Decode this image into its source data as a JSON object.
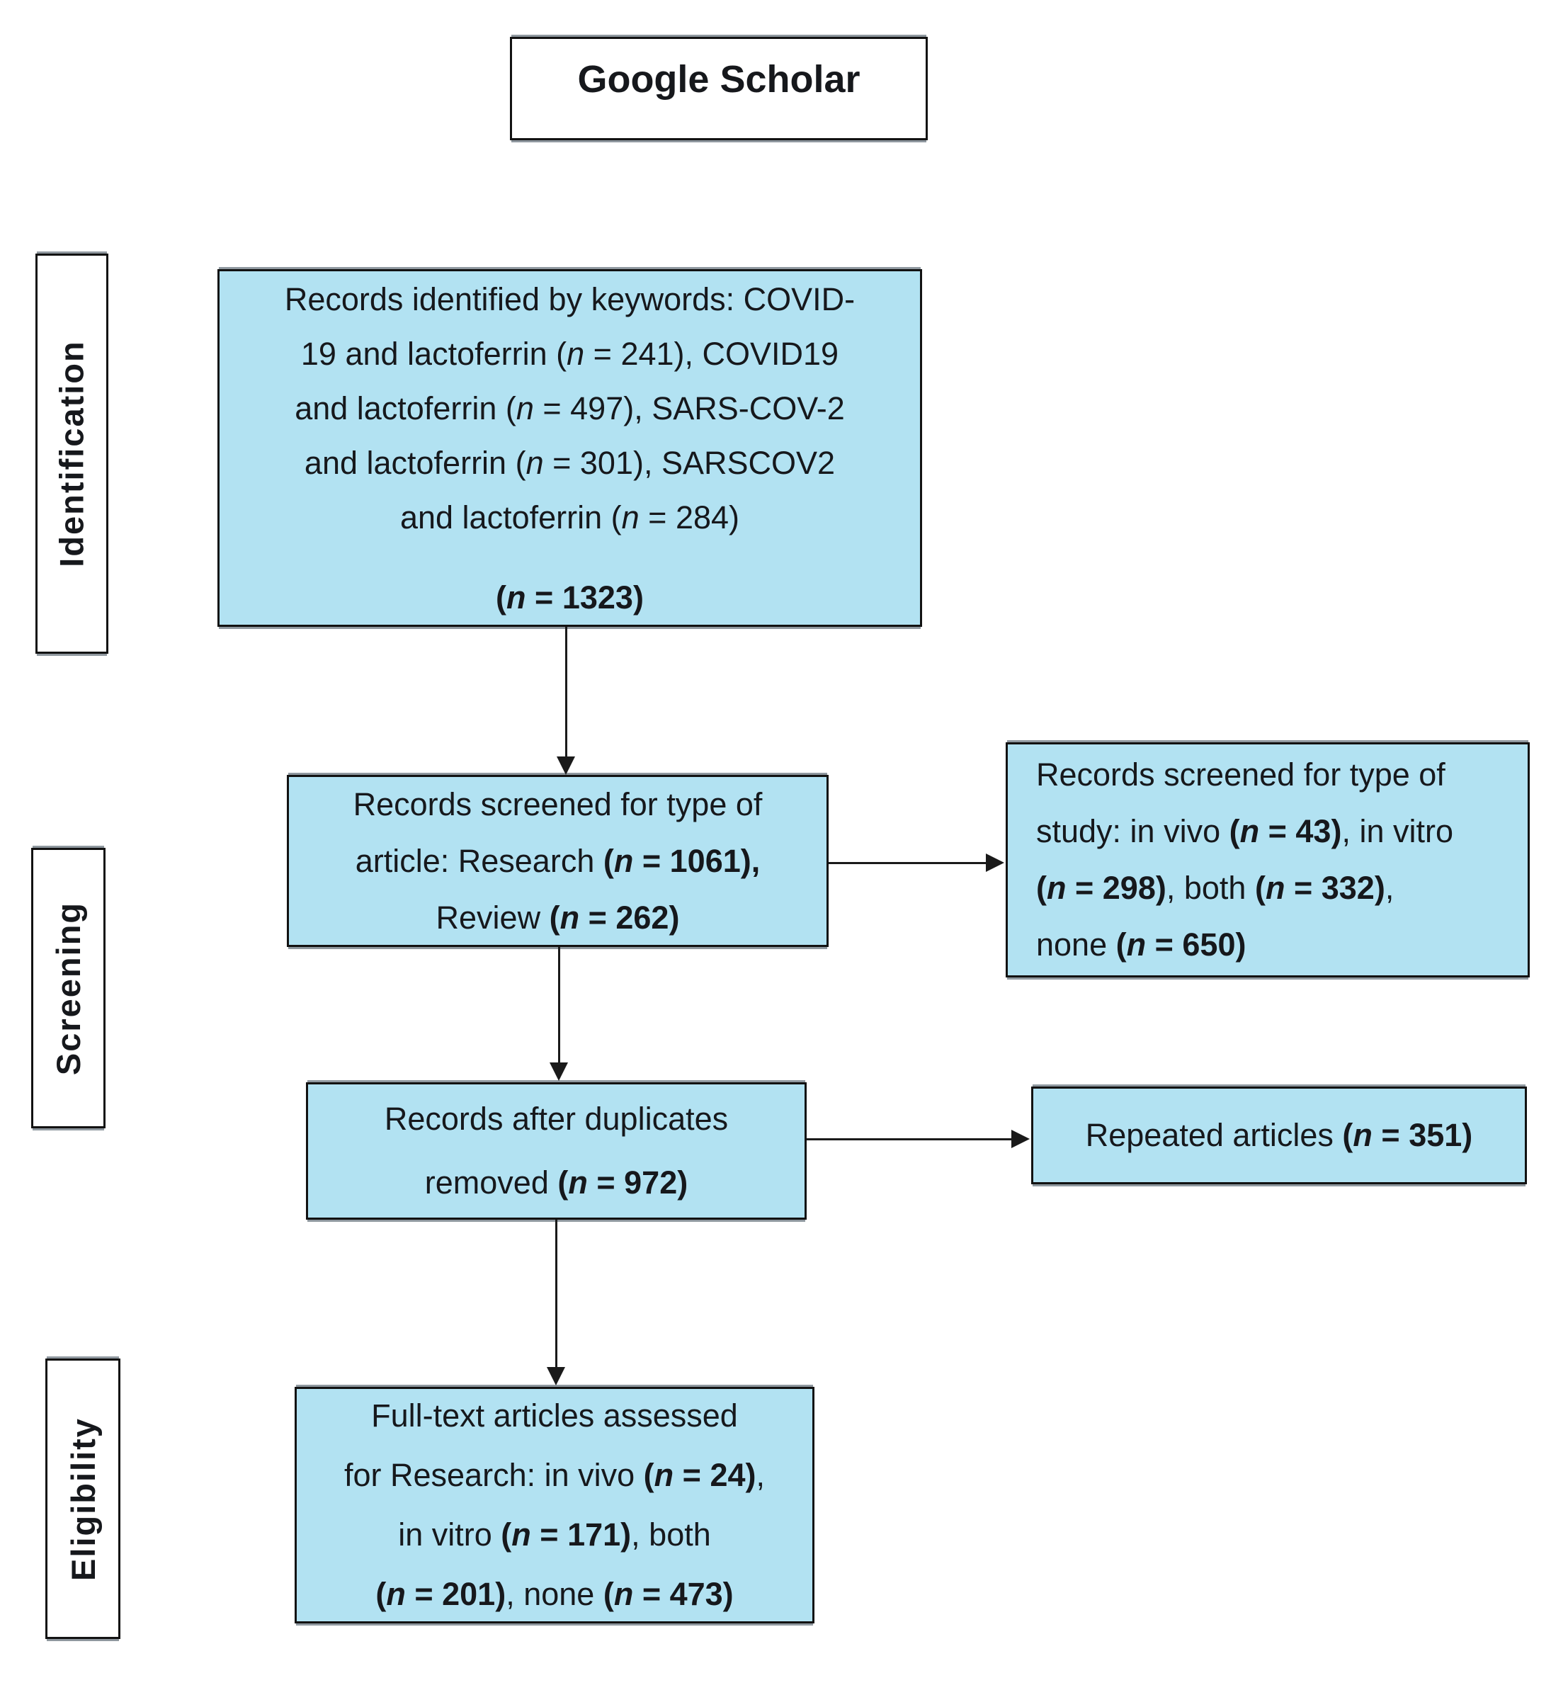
{
  "title": "Google Scholar",
  "stages": [
    "Identification",
    "Screening",
    "Eligibility"
  ],
  "boxes": {
    "records_identified": {
      "lines": [
        [
          {
            "t": "Records identified by keywords: COVID-"
          }
        ],
        [
          {
            "t": "19 and lactoferrin ("
          },
          {
            "t": "n",
            "i": true
          },
          {
            "t": " = 241), COVID19"
          }
        ],
        [
          {
            "t": "and lactoferrin ("
          },
          {
            "t": "n",
            "i": true
          },
          {
            "t": " = 497), SARS-COV-2"
          }
        ],
        [
          {
            "t": "and lactoferrin ("
          },
          {
            "t": "n",
            "i": true
          },
          {
            "t": " = 301), SARSCOV2"
          }
        ],
        [
          {
            "t": "and lactoferrin ("
          },
          {
            "t": "n",
            "i": true
          },
          {
            "t": " = 284)"
          }
        ]
      ],
      "total": [
        [
          {
            "t": "(",
            "b": true
          },
          {
            "t": "n",
            "b": true,
            "i": true
          },
          {
            "t": " = 1323)",
            "b": true
          }
        ]
      ]
    },
    "screened_article": {
      "lines": [
        [
          {
            "t": "Records screened for type of"
          }
        ],
        [
          {
            "t": "article: Research "
          },
          {
            "t": "(",
            "b": true
          },
          {
            "t": "n",
            "b": true,
            "i": true
          },
          {
            "t": " = 1061)",
            "b": true
          },
          {
            "t": ",",
            "b": true
          }
        ],
        [
          {
            "t": "Review "
          },
          {
            "t": "(",
            "b": true
          },
          {
            "t": "n",
            "b": true,
            "i": true
          },
          {
            "t": " = 262)",
            "b": true
          }
        ]
      ]
    },
    "screened_study": {
      "lines": [
        [
          {
            "t": "Records screened for type of"
          }
        ],
        [
          {
            "t": "study: in vivo "
          },
          {
            "t": "(",
            "b": true
          },
          {
            "t": "n",
            "b": true,
            "i": true
          },
          {
            "t": " = 43)",
            "b": true
          },
          {
            "t": ", in vitro"
          }
        ],
        [
          {
            "t": "(",
            "b": true
          },
          {
            "t": "n",
            "b": true,
            "i": true
          },
          {
            "t": " = 298)",
            "b": true
          },
          {
            "t": ", both "
          },
          {
            "t": "(",
            "b": true
          },
          {
            "t": "n",
            "b": true,
            "i": true
          },
          {
            "t": " = 332)",
            "b": true
          },
          {
            "t": ","
          }
        ],
        [
          {
            "t": "none "
          },
          {
            "t": "(",
            "b": true
          },
          {
            "t": "n",
            "b": true,
            "i": true
          },
          {
            "t": " = 650)",
            "b": true
          }
        ]
      ]
    },
    "duplicates_removed": {
      "lines": [
        [
          {
            "t": "Records after duplicates"
          }
        ],
        [
          {
            "t": "removed "
          },
          {
            "t": "(",
            "b": true
          },
          {
            "t": "n",
            "b": true,
            "i": true
          },
          {
            "t": " = 972)",
            "b": true
          }
        ]
      ]
    },
    "repeated_articles": {
      "lines": [
        [
          {
            "t": "Repeated articles "
          },
          {
            "t": "(",
            "b": true
          },
          {
            "t": "n",
            "b": true,
            "i": true
          },
          {
            "t": " = 351)",
            "b": true
          }
        ]
      ]
    },
    "fulltext_assessed": {
      "lines": [
        [
          {
            "t": "Full-text articles assessed"
          }
        ],
        [
          {
            "t": "for Research: in vivo "
          },
          {
            "t": "(",
            "b": true
          },
          {
            "t": "n",
            "b": true,
            "i": true
          },
          {
            "t": " = 24)",
            "b": true
          },
          {
            "t": ","
          }
        ],
        [
          {
            "t": "in vitro "
          },
          {
            "t": "(",
            "b": true
          },
          {
            "t": "n",
            "b": true,
            "i": true
          },
          {
            "t": " = 171)",
            "b": true
          },
          {
            "t": ", both"
          }
        ],
        [
          {
            "t": "(",
            "b": true
          },
          {
            "t": "n",
            "b": true,
            "i": true
          },
          {
            "t": " = 201)",
            "b": true
          },
          {
            "t": ", none "
          },
          {
            "t": "(",
            "b": true
          },
          {
            "t": "n",
            "b": true,
            "i": true
          },
          {
            "t": " = 473)",
            "b": true
          }
        ]
      ]
    }
  },
  "colors": {
    "box_fill": "#b2e2f2",
    "box_border": "#121212",
    "arrow": "#1a1a1a"
  }
}
